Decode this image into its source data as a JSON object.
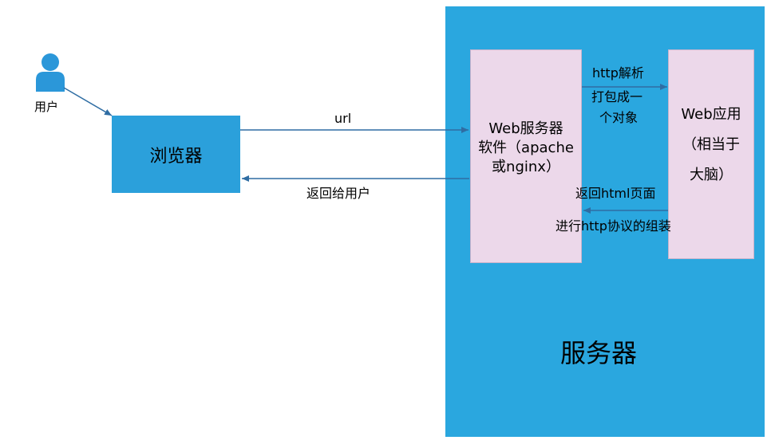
{
  "user": {
    "label": "用户"
  },
  "browser": {
    "label": "浏览器"
  },
  "server": {
    "label": "服务器"
  },
  "web_server_software": {
    "lines": [
      "Web服务器",
      "软件（apache",
      "或nginx）"
    ]
  },
  "web_app": {
    "lines": [
      "Web应用",
      "（相当于",
      "大脑）"
    ]
  },
  "edges": {
    "url": "url",
    "return_to_user": "返回给用户",
    "http_parse": "http解析",
    "pack_object_line1": "打包成一",
    "pack_object_line2": "个对象",
    "return_html": "返回html页面",
    "http_protocol_assemble": "进行http协议的组装"
  },
  "colors": {
    "server_blue": "#2aa7df",
    "browser_blue": "#2ba0db",
    "pink_box": "#ecd8ea",
    "arrow": "#2f6da3",
    "user_icon": "#2b97d9"
  }
}
